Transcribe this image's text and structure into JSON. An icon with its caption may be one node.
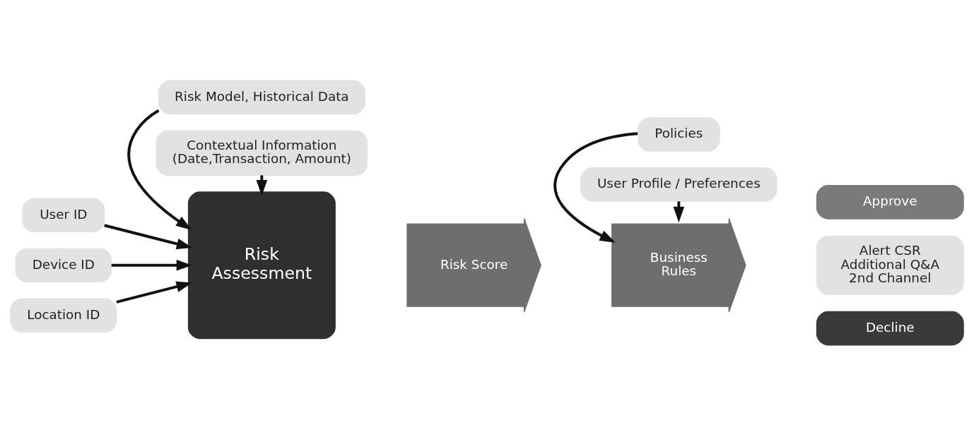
{
  "diagram": {
    "nodes": [
      {
        "text": [
          "Risk Model, Historical Data"
        ]
      },
      {
        "text": [
          "User ID"
        ]
      },
      {
        "text": [
          "Device ID"
        ]
      },
      {
        "text": [
          "Location ID"
        ]
      },
      {
        "text": [
          "Risk Assessment"
        ]
      },
      {
        "text": [
          "Contextual Information",
          "(Date,Transaction, Amount)"
        ]
      },
      {
        "text": [
          "Risk Score"
        ]
      },
      {
        "text": [
          "Policies"
        ]
      },
      {
        "text": [
          "Business Rules"
        ]
      },
      {
        "text": [
          "User Profile / Preferences"
        ]
      },
      {
        "text": [
          "Approve"
        ]
      },
      {
        "text": [
          "Alert CSR Additional Q&A 2nd Channel"
        ]
      },
      {
        "text": [
          "Decline"
        ]
      }
    ],
    "edges": [
      {
        "from": 0,
        "to": 4,
        "arrow": "to"
      },
      {
        "from": 1,
        "to": 4,
        "arrow": "to"
      },
      {
        "from": 2,
        "to": 4,
        "arrow": "to"
      },
      {
        "from": 3,
        "to": 4,
        "arrow": "to"
      },
      {
        "from": 5,
        "to": 4,
        "arrow": "to"
      },
      {
        "from": 7,
        "to": 8,
        "arrow": "to"
      },
      {
        "from": 9,
        "to": 8,
        "arrow": "to"
      }
    ]
  }
}
